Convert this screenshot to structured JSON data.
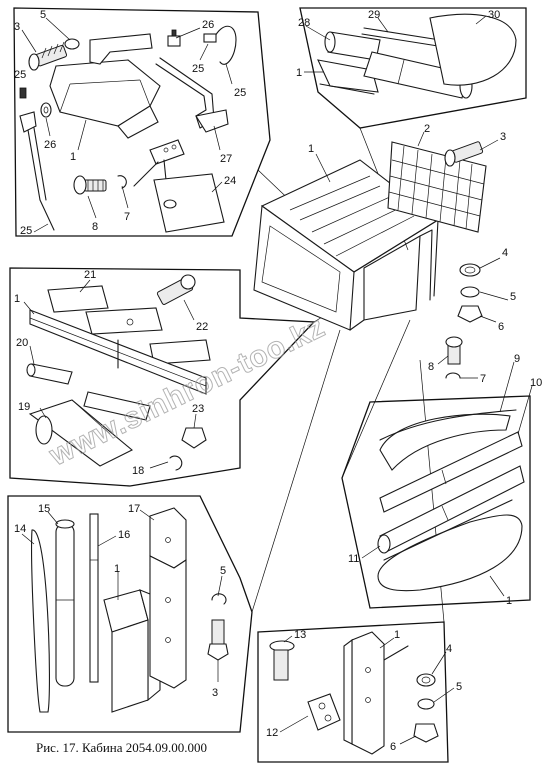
{
  "caption": "Рис. 17. Кабина 2054.09.00.000",
  "watermark": "www.sinhron-too.kz",
  "callouts": {
    "panel_top_left": [
      "5",
      "26",
      "3",
      "25",
      "25",
      "25",
      "26",
      "1",
      "27",
      "24",
      "7",
      "8",
      "25"
    ],
    "panel_top_right": [
      "28",
      "29",
      "30",
      "1"
    ],
    "cabin_center": [
      "1",
      "2",
      "3",
      "4",
      "5",
      "6",
      "8",
      "7"
    ],
    "panel_middle_left": [
      "21",
      "1",
      "22",
      "20",
      "19",
      "23",
      "18"
    ],
    "panel_right": [
      "9",
      "10",
      "11",
      "1"
    ],
    "panel_bottom_left": [
      "14",
      "15",
      "16",
      "17",
      "1",
      "5",
      "3"
    ],
    "panel_bottom_right": [
      "13",
      "1",
      "4",
      "5",
      "12",
      "6"
    ]
  }
}
